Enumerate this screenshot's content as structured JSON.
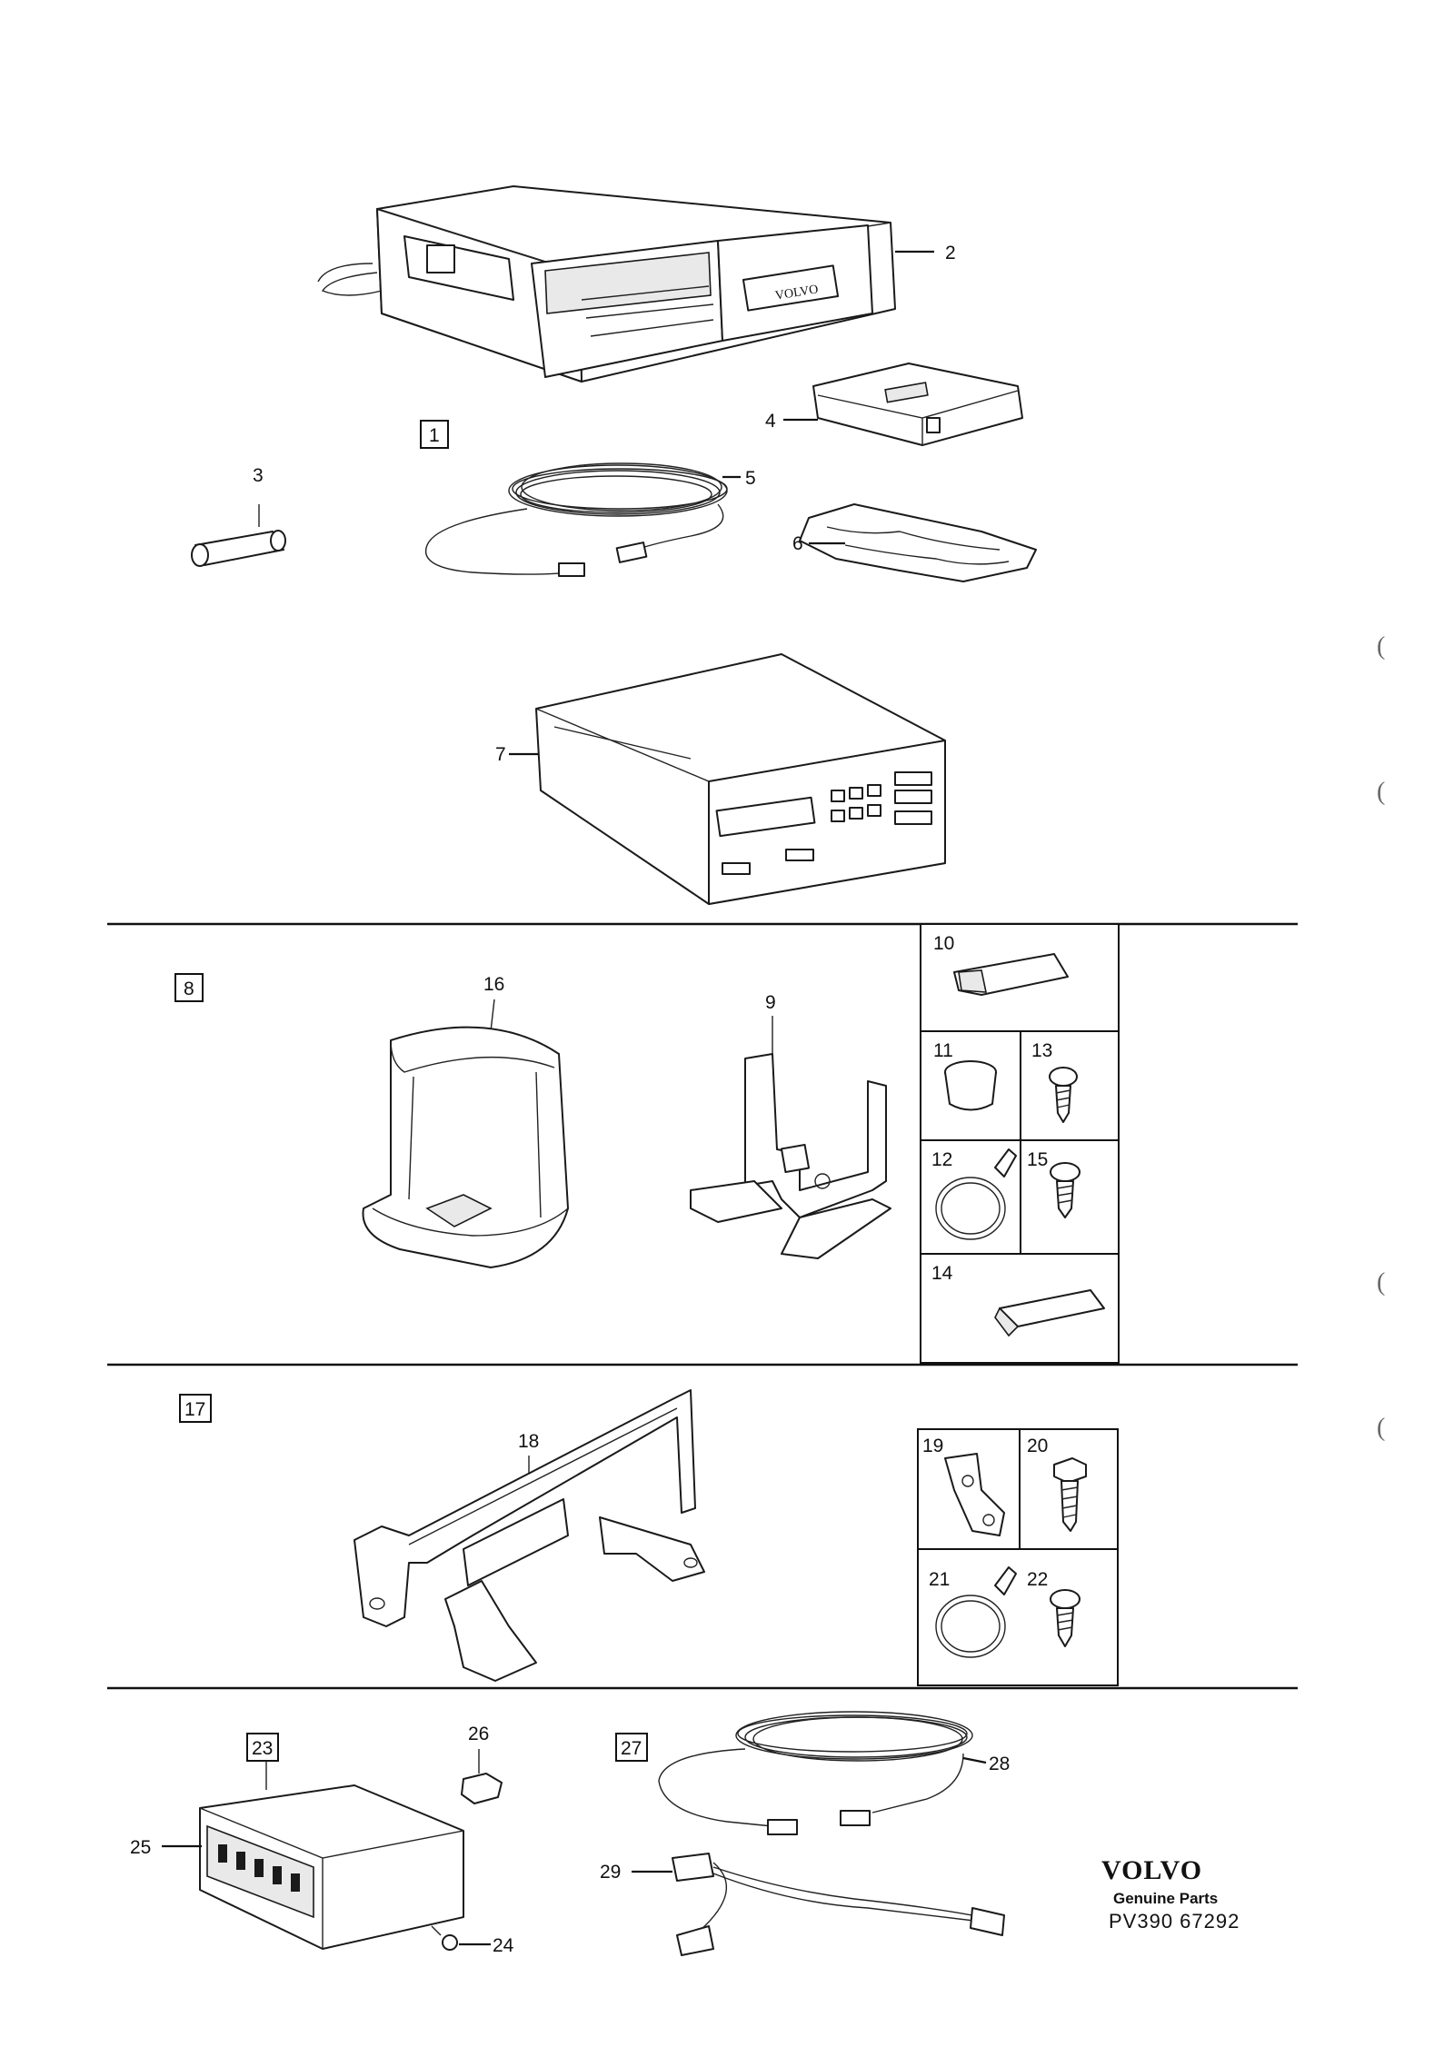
{
  "callouts": {
    "c1": "1",
    "c2": "2",
    "c3": "3",
    "c4": "4",
    "c5": "5",
    "c6": "6",
    "c7": "7",
    "c8": "8",
    "c9": "9",
    "c10": "10",
    "c11": "11",
    "c12": "12",
    "c13": "13",
    "c14": "14",
    "c15": "15",
    "c16": "16",
    "c17": "17",
    "c18": "18",
    "c19": "19",
    "c20": "20",
    "c21": "21",
    "c22": "22",
    "c23": "23",
    "c24": "24",
    "c25": "25",
    "c26": "26",
    "c27": "27",
    "c28": "28",
    "c29": "29"
  },
  "device_label": "VOLVO",
  "brand": {
    "name": "VOLVO",
    "subtitle": "Genuine Parts",
    "code": "PV390 67292"
  },
  "margin_marks": [
    "(",
    "(",
    "(",
    "("
  ]
}
